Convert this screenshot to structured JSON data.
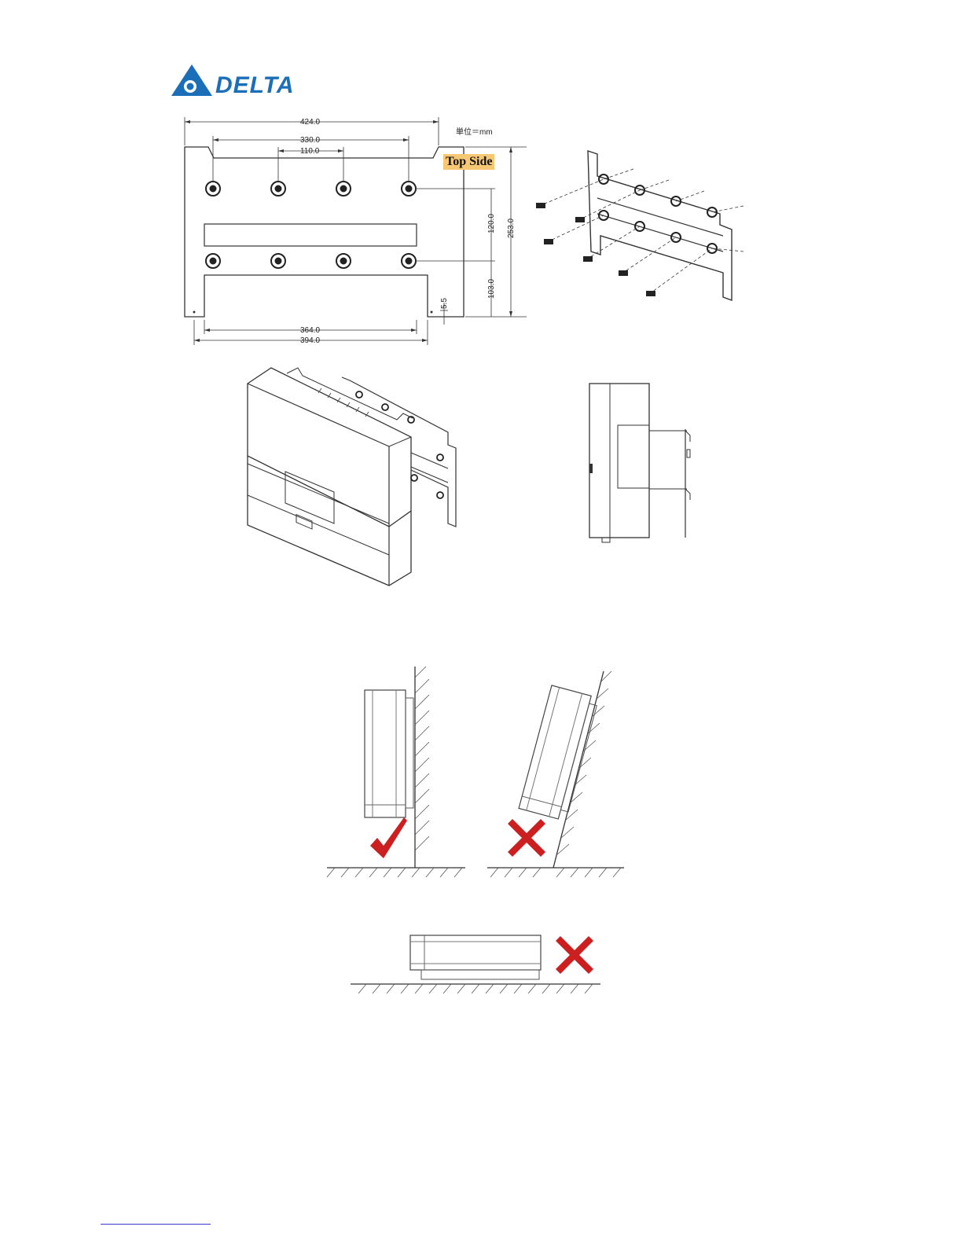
{
  "header": {
    "logo_text": "DELTA",
    "logo_color": "#1b6fb8"
  },
  "bracket_drawing": {
    "unit_label": "単位＝mm",
    "top_side_label": "Top Side",
    "top_side_bg": "#f7c873",
    "dims": {
      "overall_width": "424.0",
      "outer_hole_span": "330.0",
      "inner_hole_span": "110.0",
      "lower_width_outer": "394.0",
      "lower_width_inner": "364.0",
      "hole_vertical_spacing": "120.0",
      "overall_height": "253.0",
      "lower_hole_to_bottom": "103.0",
      "edge_offset": "5.5"
    }
  },
  "orientation": {
    "correct_mark_color": "#cc1f1f",
    "wrong_mark_color": "#cc1f1f"
  }
}
